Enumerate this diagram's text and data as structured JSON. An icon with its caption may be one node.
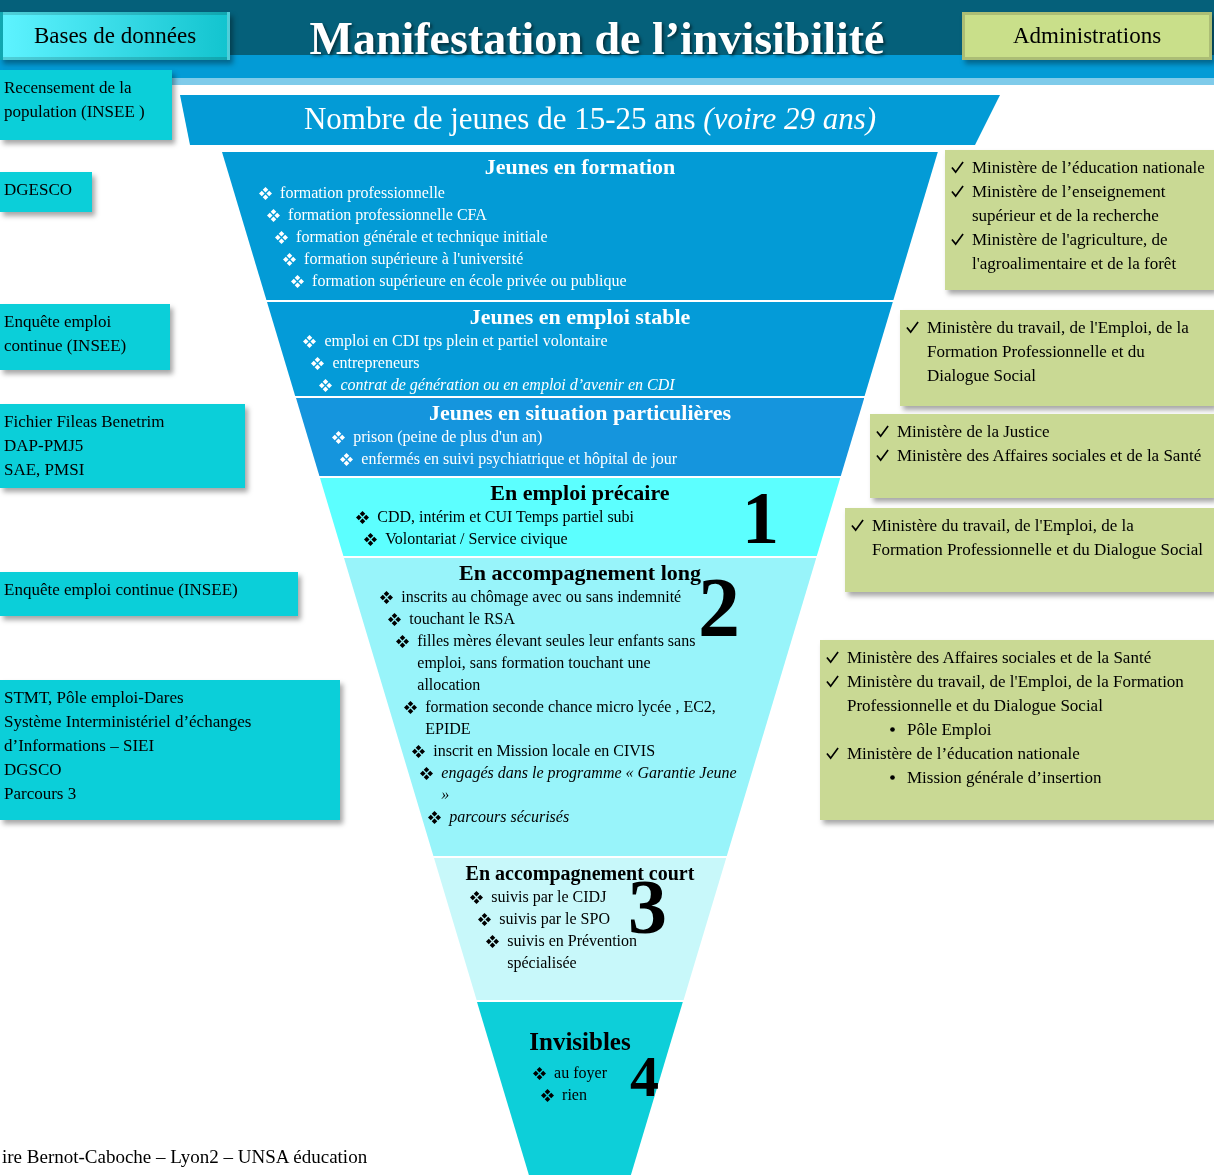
{
  "diagram": {
    "title": "Manifestation de l’invisibilité",
    "nodes": [
      {
        "text": [
          "Bases de données"
        ]
      },
      {
        "text": [
          "Administrations"
        ]
      },
      {
        "text": [
          "Recensement de la population (INSEE )"
        ]
      },
      {
        "text": [
          "Nombre de jeunes de 15-25 ans *(voire 29 ans)*"
        ]
      },
      {
        "text": [
          "Jeunes en formation",
          "formation professionnelle",
          "formation professionnelle CFA",
          "formation générale et technique initiale",
          "formation supérieure à l'université",
          "formation supérieure en école privée ou publique"
        ]
      },
      {
        "text": [
          "DGESCO"
        ]
      },
      {
        "text": [
          "Ministère de l’éducation nationale",
          "Ministère de l’enseignement supérieur et de la recherche",
          "Ministère de l'agriculture, de l'agroalimentaire et de la forêt"
        ]
      },
      {
        "text": [
          "Enquête emploi continue (INSEE)"
        ]
      },
      {
        "text": [
          "Jeunes en emploi stable",
          "emploi en CDI tps plein et partiel volontaire",
          "entrepreneurs",
          "contrat de génération ou en emploi d’avenir en CDI"
        ]
      },
      {
        "text": [
          "Ministère du travail, de l'Emploi, de la Formation Professionnelle et du Dialogue Social"
        ]
      },
      {
        "text": [
          "Fichier Fileas Benetrim",
          "DAP-PMJ5",
          "SAE, PMSI"
        ]
      },
      {
        "text": [
          "Jeunes en situation particulières",
          "prison (peine de plus d'un an)",
          "enfermés en suivi psychiatrique et hôpital de jour"
        ]
      },
      {
        "text": [
          "Ministère de la Justice",
          "Ministère des Affaires sociales et de la Santé"
        ]
      },
      {
        "text": [
          "En emploi précaire",
          "CDD, intérim et CUI Temps partiel subi",
          "Volontariat / Service civique",
          "1"
        ]
      },
      {
        "text": [
          "Ministère du travail, de l'Emploi, de la Formation Professionnelle et du Dialogue Social"
        ]
      },
      {
        "text": [
          "Enquête emploi continue (INSEE)"
        ]
      },
      {
        "text": [
          "En accompagnement long",
          "inscrits au chômage avec ou sans indemnité",
          "touchant le RSA",
          "filles mères élevant seules leur enfants sans emploi, sans formation touchant une allocation",
          "formation seconde chance micro lycée , EC2, EPIDE",
          "inscrit en Mission locale en CIVIS",
          "engagés dans le programme « Garantie Jeune »",
          "parcours sécurisés",
          "2"
        ]
      },
      {
        "text": [
          "STMT, Pôle emploi-Dares",
          "Système Interministériel d’échanges d’Informations – SIEI",
          "DGSCO",
          "Parcours 3"
        ]
      },
      {
        "text": [
          "Ministère des Affaires sociales et de la Santé",
          "Ministère du travail, de l'Emploi, de la Formation Professionnelle et du Dialogue Social",
          "Pôle Emploi",
          "Ministère de l’éducation nationale",
          "Mission générale d’insertion"
        ]
      },
      {
        "text": [
          "En accompagnement court",
          "suivis par le CIDJ",
          "suivis par le SPO",
          "suivis en Prévention spécialisée",
          "3"
        ]
      },
      {
        "text": [
          "Invisibles",
          "au foyer",
          "rien",
          "4"
        ]
      }
    ],
    "edges": [],
    "labels": [
      "ire Bernot-Caboche – Lyon2 – UNSA éducation"
    ]
  }
}
